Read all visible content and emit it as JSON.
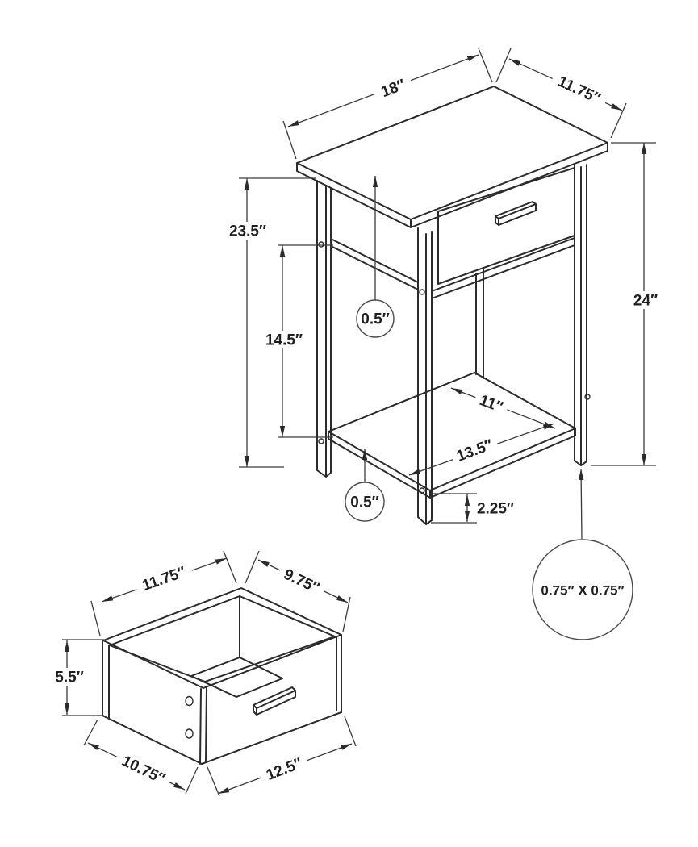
{
  "table": {
    "top_width": "18″",
    "top_depth": "11.75″",
    "leg_height": "23.5″",
    "opening_height": "14.5″",
    "top_thickness": "0.5″",
    "overall_height": "24″",
    "shelf_depth": "11″",
    "shelf_length": "13.5″",
    "shelf_thickness": "0.5″",
    "foot_clearance": "2.25″",
    "leg_cross_section": "0.75″ X 0.75″"
  },
  "drawer": {
    "top_inner_width": "11.75″",
    "top_inner_depth": "9.75″",
    "height": "5.5″",
    "bottom_depth": "10.75″",
    "bottom_width": "12.5″"
  }
}
